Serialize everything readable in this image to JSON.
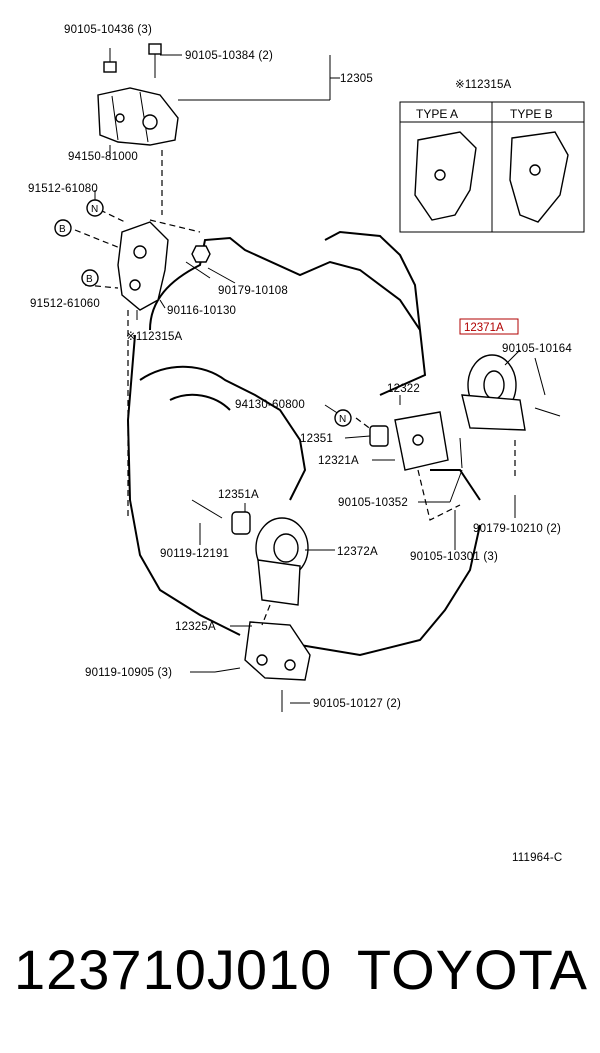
{
  "labels": {
    "l1": "90105-10436 (3)",
    "l2": "90105-10384 (2)",
    "l3": "12305",
    "l4": "94150-81000",
    "l5": "91512-61080",
    "l6": "90179-10108",
    "l7": "91512-61060",
    "l8": "90116-10130",
    "l9": "※112315A",
    "l10": "※112315A",
    "l11": "12371A",
    "l12": "90105-10164",
    "l13": "12322",
    "l14": "94130-60800",
    "l15": "12351",
    "l16": "12321A",
    "l17": "90105-10352",
    "l18": "12351A",
    "l19": "90179-10210 (2)",
    "l20": "90119-12191",
    "l21": "12372A",
    "l22": "90105-10301 (3)",
    "l23": "12325A",
    "l24": "90119-10905 (3)",
    "l25": "90105-10127 (2)",
    "l26": "111964-C"
  },
  "inset": {
    "type_a": "TYPE  A",
    "type_b": "TYPE  B"
  },
  "callouts": {
    "n": "N",
    "b": "B"
  },
  "footer": {
    "part_number": "123710J010",
    "brand": "TOYOTA"
  }
}
